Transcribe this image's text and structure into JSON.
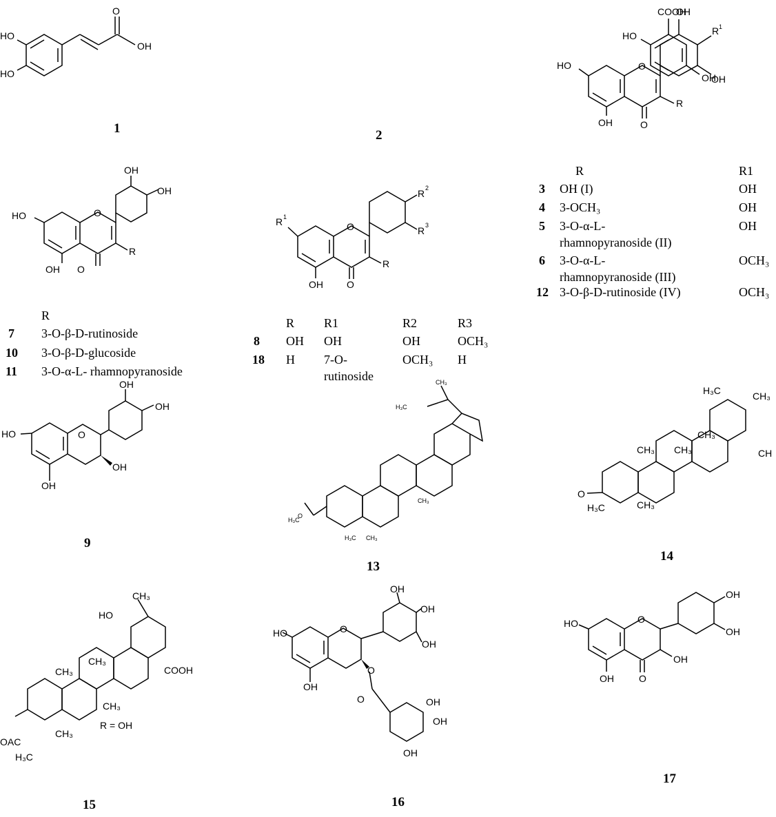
{
  "labels": {
    "oh": "OH",
    "ho": "HO",
    "o": "O",
    "cooh": "COOH",
    "r": "R",
    "r1": "R1",
    "r1sup": "1",
    "r2sup": "2",
    "r3sup": "3",
    "h3c": "H₃C",
    "ch3": "CH₃",
    "ch": "CH",
    "oac": "OAC",
    "r_eq_oh": "R = OH"
  },
  "compounds": [
    "1",
    "2",
    "3",
    "4",
    "5",
    "6",
    "7",
    "8",
    "9",
    "10",
    "11",
    "12",
    "13",
    "14",
    "15",
    "16",
    "17",
    "18"
  ],
  "table_a": {
    "headers": [
      "R",
      "R1"
    ],
    "rows": [
      {
        "id": "3",
        "r": "OH  (I)",
        "r1": "OH"
      },
      {
        "id": "4",
        "r": "3-OCH₃",
        "r1": "OH"
      },
      {
        "id": "5",
        "r": "3-O-α-L-",
        "r_cont": "rhamnopyranoside (II)",
        "r1": "OH"
      },
      {
        "id": "6",
        "r": "3-O-α-L-",
        "r_cont": "rhamnopyranoside (III)",
        "r1": "OCH₃"
      },
      {
        "id": "12",
        "r": "3-O-β-D-rutinoside  (IV)",
        "r1": "OCH₃"
      }
    ]
  },
  "table_b": {
    "header": "R",
    "rows": [
      {
        "id": "7",
        "r": "3-O-β-D-rutinoside"
      },
      {
        "id": "10",
        "r": "3-O-β-D-glucoside"
      },
      {
        "id": "11",
        "r": "3-O-α-L- rhamnopyranoside"
      }
    ]
  },
  "table_c": {
    "headers": [
      "R",
      "R1",
      "R2",
      "R3"
    ],
    "rows": [
      {
        "id": "8",
        "r": "OH",
        "r1": "OH",
        "r2": "OH",
        "r3": "OCH₃"
      },
      {
        "id": "18",
        "r": "H",
        "r1": "7-O-",
        "r1_cont": "rutinoside",
        "r2": "OCH₃",
        "r3": "H"
      }
    ]
  }
}
